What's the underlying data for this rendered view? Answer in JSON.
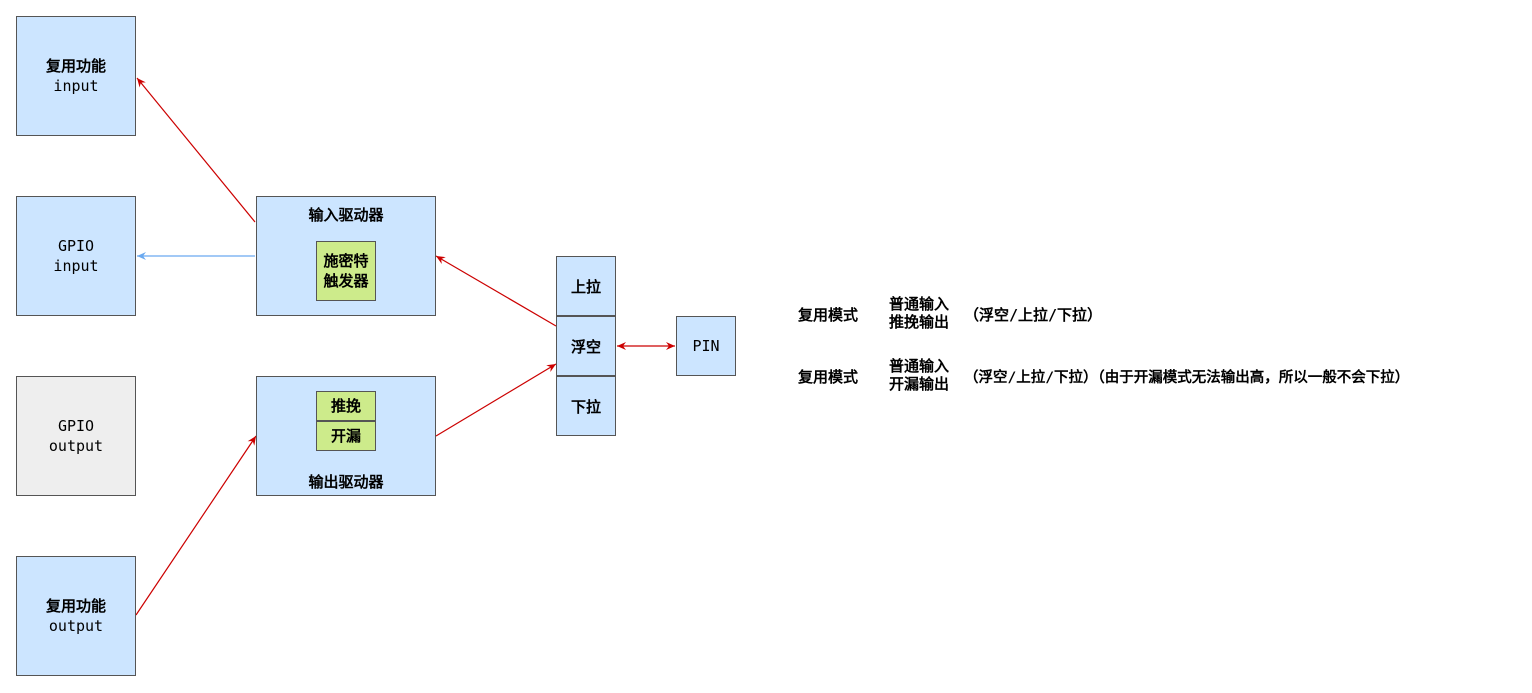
{
  "blocks": {
    "alt_input": {
      "line1": "复用功能",
      "line2": "input"
    },
    "gpio_input": {
      "line1": "GPIO",
      "line2": "input"
    },
    "gpio_output": {
      "line1": "GPIO",
      "line2": "output"
    },
    "alt_output": {
      "line1": "复用功能",
      "line2": "output"
    }
  },
  "input_driver": {
    "title": "输入驱动器",
    "schmitt_line1": "施密特",
    "schmitt_line2": "触发器"
  },
  "output_driver": {
    "title": "输出驱动器",
    "push_pull": "推挽",
    "open_drain": "开漏"
  },
  "resistors": {
    "pull_up": "上拉",
    "floating": "浮空",
    "pull_down": "下拉"
  },
  "pin": {
    "label": "PIN"
  },
  "notes": [
    {
      "mode": "复用模式",
      "line1": "普通输入",
      "line2": "推挽输出",
      "suffix": "（浮空/上拉/下拉）"
    },
    {
      "mode": "复用模式",
      "line1": "普通输入",
      "line2": "开漏输出",
      "suffix": "（浮空/上拉/下拉）（由于开漏模式无法输出高，所以一般不会下拉）"
    }
  ],
  "colors": {
    "box_fill": "#cce5ff",
    "gray_fill": "#eeeeee",
    "green_fill": "#cdeb8b",
    "red_arrow": "#cc0000",
    "blue_arrow": "#6aa9f0"
  }
}
